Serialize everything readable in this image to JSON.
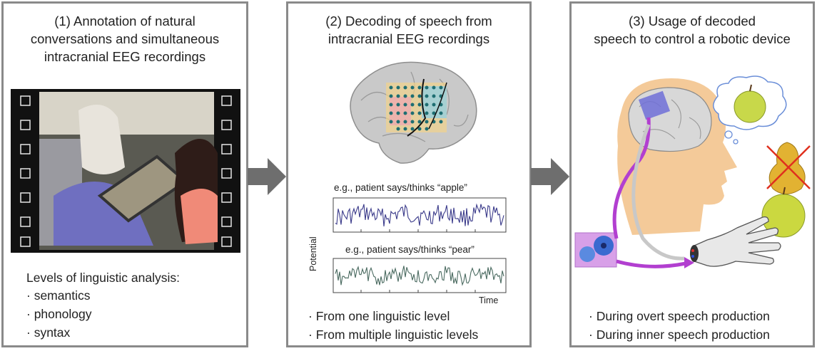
{
  "panels": [
    {
      "title": "(1) Annotation of natural\nconversations and simultaneous\nintracranial EEG recordings",
      "levels_heading": "Levels of linguistic analysis:",
      "levels": [
        "· semantics",
        "· phonology",
        "· syntax"
      ]
    },
    {
      "title": "(2) Decoding of speech from\nintracranial EEG recordings",
      "example_apple": "e.g., patient says/thinks “apple”",
      "example_pear": "e.g., patient says/thinks “pear”",
      "ylabel": "Potential",
      "xlabel": "Time",
      "bullets": [
        "· From one linguistic level",
        "· From multiple linguistic levels"
      ]
    },
    {
      "title": "(3) Usage of decoded\nspeech to control a robotic device",
      "bullets": [
        "· During overt speech production",
        "· During inner speech production"
      ]
    }
  ],
  "colors": {
    "panel_border": "#8a8a8a",
    "arrow": "#6e6e6e",
    "signal_apple": "#3a3a8a",
    "signal_pear": "#4a6a60",
    "wire": "#b23fd0",
    "cross": "#e0301e"
  }
}
